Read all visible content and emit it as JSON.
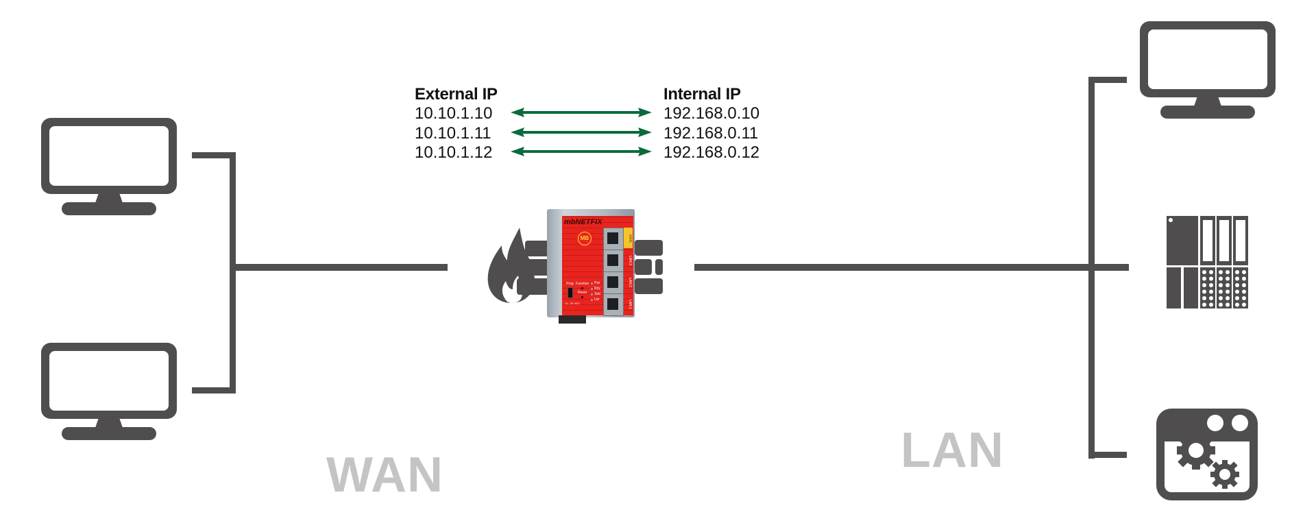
{
  "ip_mapping": {
    "external_header": "External IP",
    "internal_header": "Internal IP",
    "rows": [
      {
        "external": "10.10.1.10",
        "internal": "192.168.0.10"
      },
      {
        "external": "10.10.1.11",
        "internal": "192.168.0.11"
      },
      {
        "external": "10.10.1.12",
        "internal": "192.168.0.12"
      }
    ],
    "arrow_color": "#0b6a3c"
  },
  "zones": {
    "wan": "WAN",
    "lan": "LAN"
  },
  "device": {
    "brand": "mbNETFIX",
    "badge": "MB",
    "ports": [
      "WAN",
      "LAN 3",
      "LAN 2",
      "LAN 1"
    ],
    "controls": {
      "prog": "Prog",
      "function": "Function",
      "reset": "Reset",
      "power": "12...30 VDC"
    },
    "leds": [
      "Pwr",
      "Rdy",
      "Stat",
      "Usr"
    ],
    "face_color": "#e8241f",
    "wan_tag_color": "#f6c42a"
  },
  "wan_nodes": [
    {
      "icon": "monitor-icon"
    },
    {
      "icon": "monitor-icon"
    }
  ],
  "lan_nodes": [
    {
      "icon": "monitor-icon"
    },
    {
      "icon": "plc-icon"
    },
    {
      "icon": "gear-window-icon"
    }
  ],
  "colors": {
    "icon": "#4f4d4e",
    "zone_label": "#c4c4c4"
  }
}
